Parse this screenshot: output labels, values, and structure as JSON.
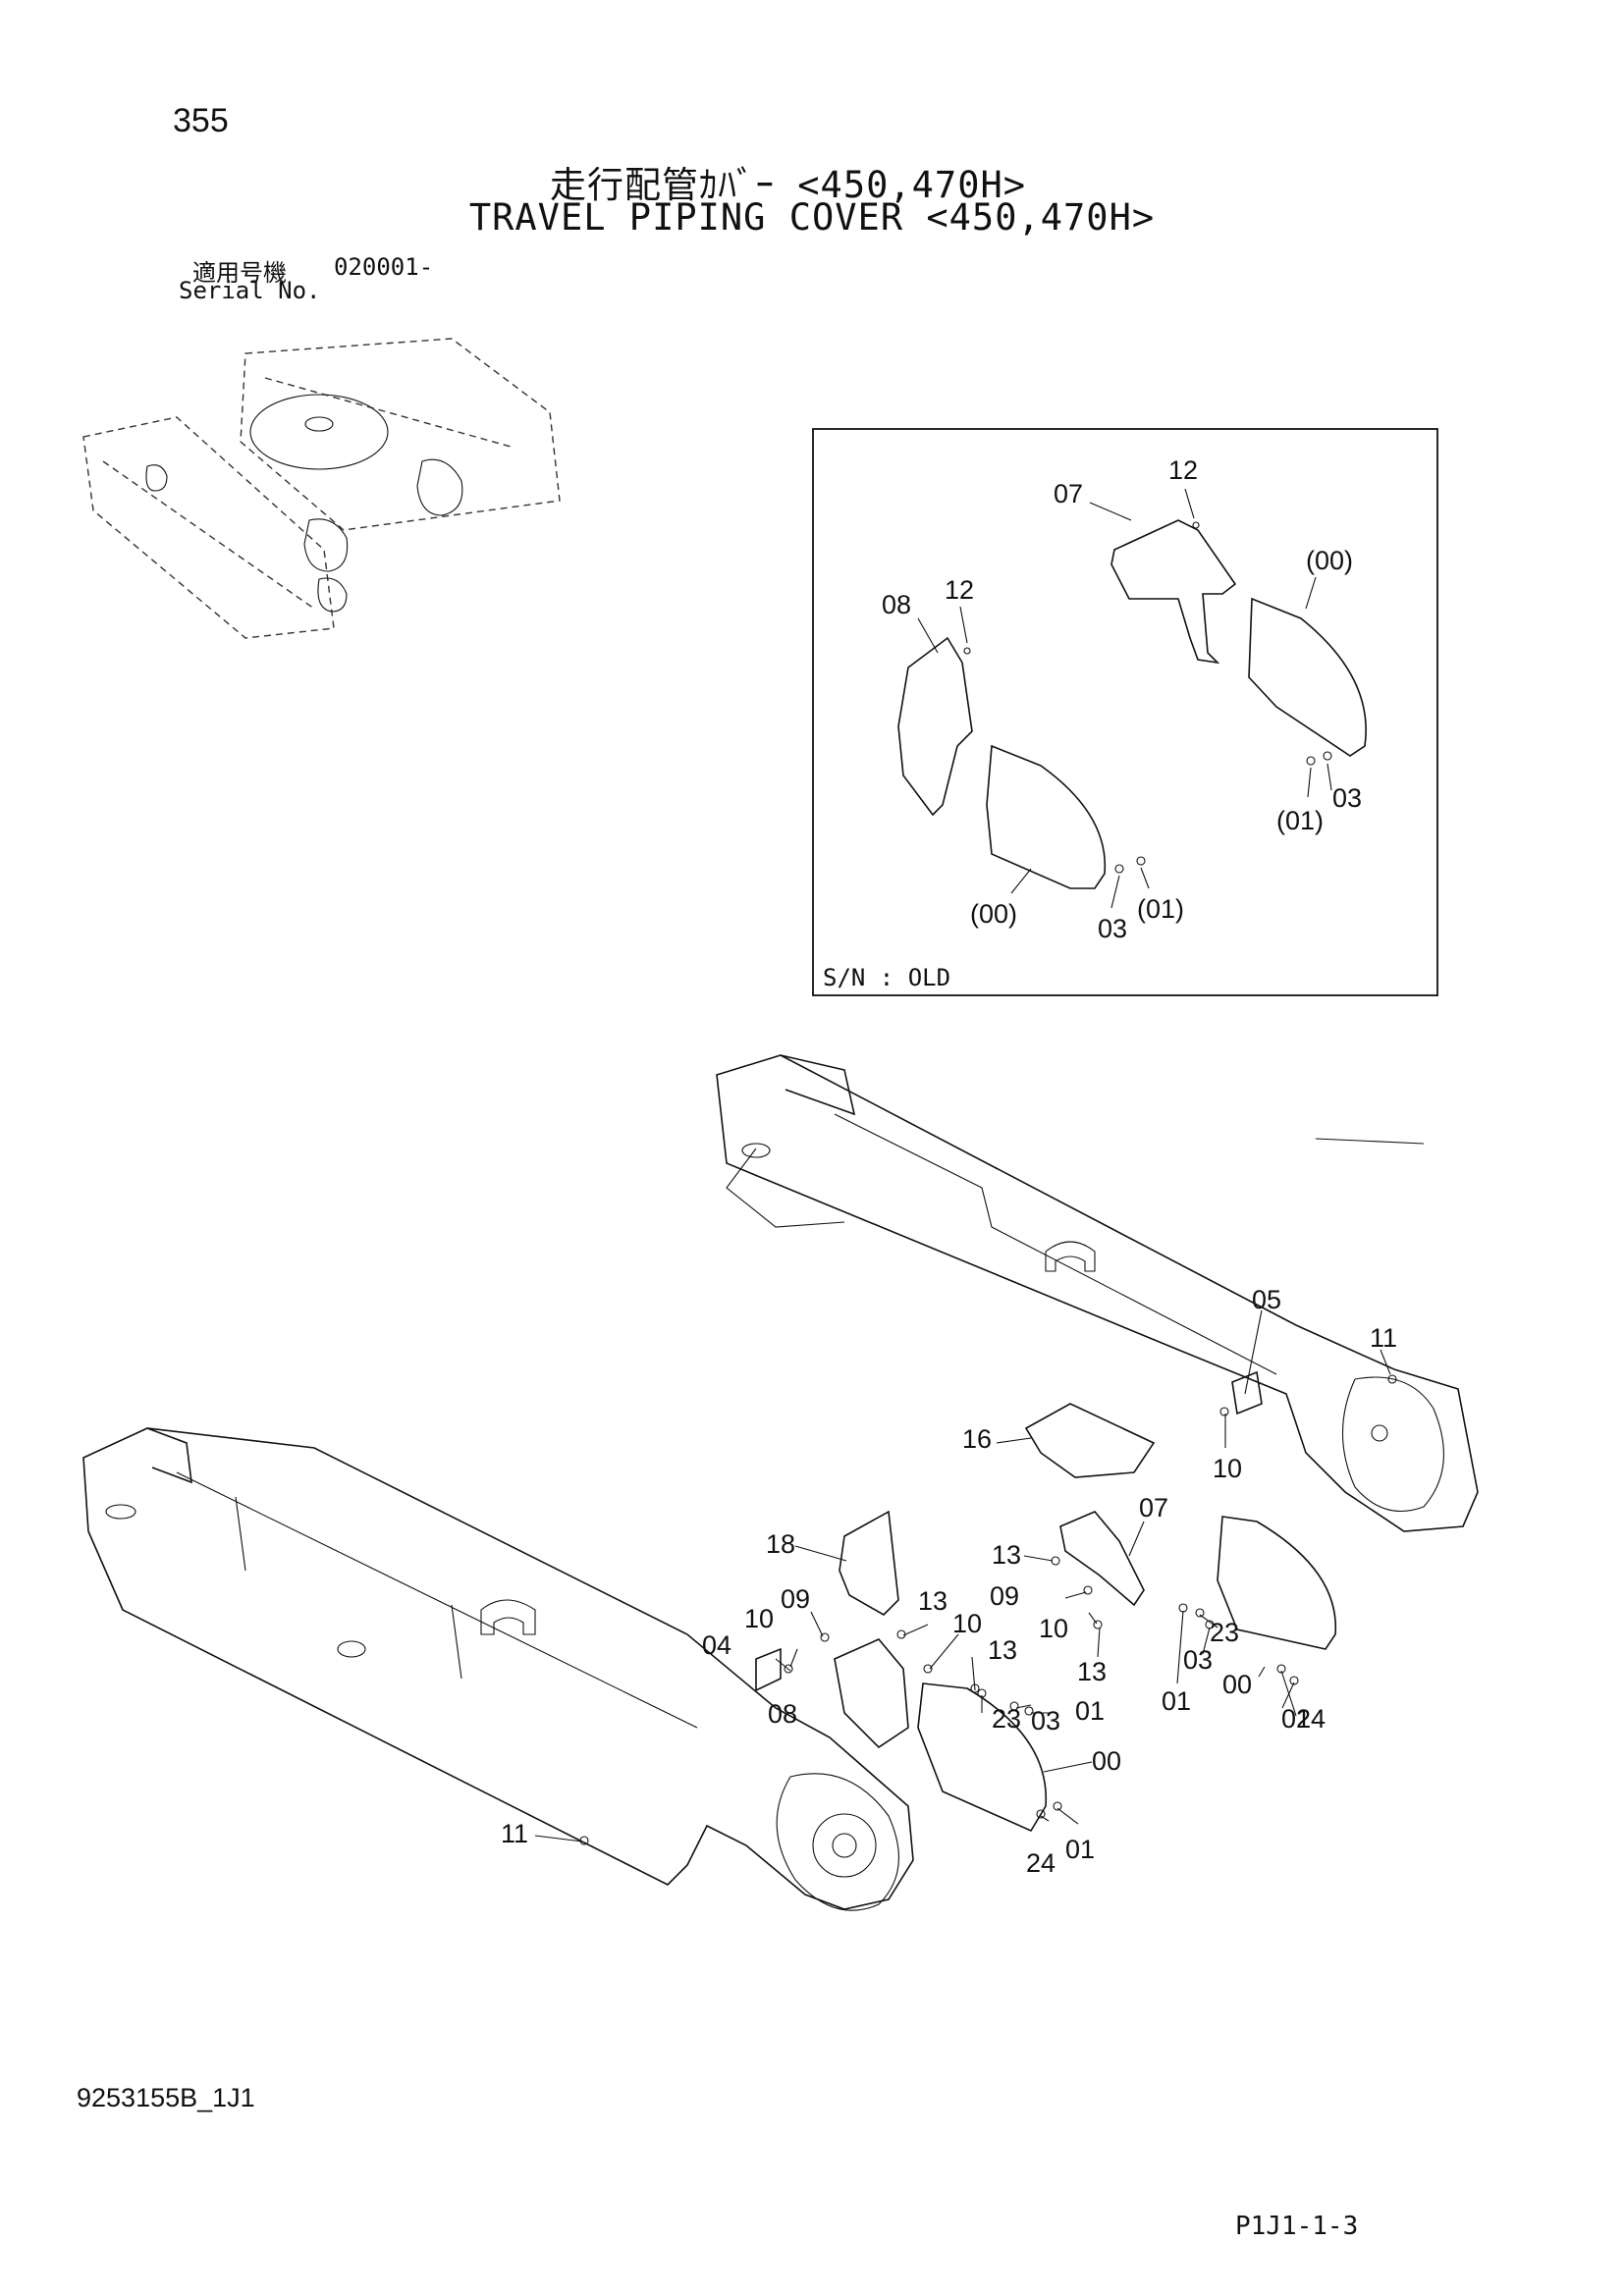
{
  "header": {
    "page_number": "355",
    "title_jp": "走行配管ｶﾊﾞｰ <450,470H>",
    "title_en": "TRAVEL PIPING COVER <450,470H>"
  },
  "serial": {
    "label_jp": "適用号機",
    "value": "020001-",
    "label_en": "Serial No."
  },
  "inset": {
    "caption": "S/N : OLD",
    "callouts": [
      "12",
      "07",
      "(00)",
      "08",
      "12",
      "03",
      "(01)",
      "(00)",
      "03",
      "(01)"
    ]
  },
  "main_diagram": {
    "callouts": [
      "05",
      "11",
      "16",
      "10",
      "07",
      "18",
      "13",
      "13",
      "09",
      "09",
      "10",
      "10",
      "10",
      "23",
      "04",
      "13",
      "13",
      "03",
      "00",
      "08",
      "23",
      "03",
      "01",
      "01",
      "01",
      "24",
      "00",
      "11",
      "24",
      "01"
    ]
  },
  "footer": {
    "doc_number": "9253155B_1J1",
    "page_code": "P1J1-1-3"
  }
}
